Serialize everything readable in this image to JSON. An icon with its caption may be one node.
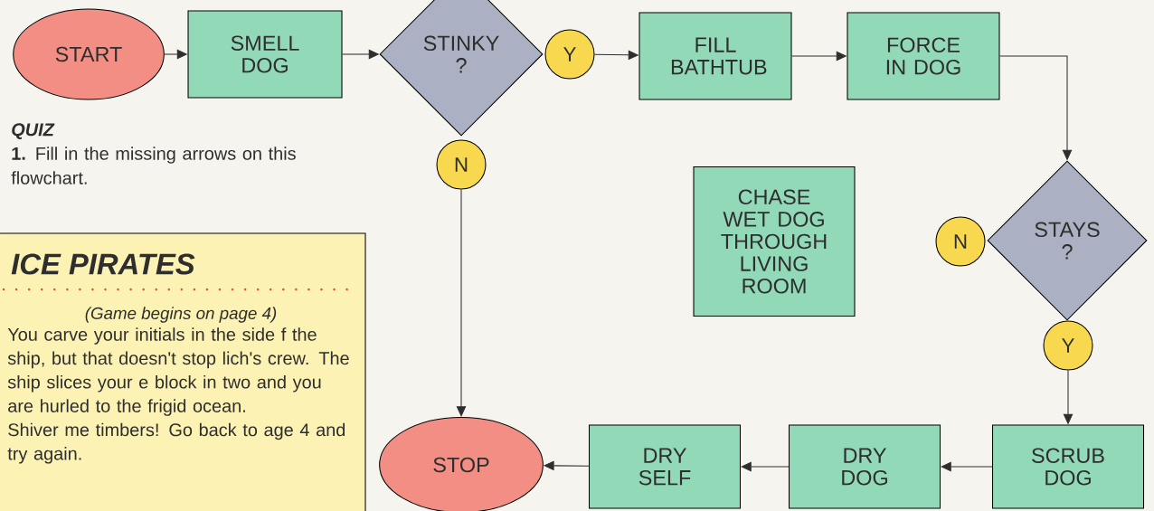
{
  "diagram": {
    "nodes": [
      {
        "text": [
          "START"
        ]
      },
      {
        "text": [
          "SMELL DOG"
        ]
      },
      {
        "text": [
          "STINKY ?"
        ]
      },
      {
        "text": [
          "Y"
        ]
      },
      {
        "text": [
          "N"
        ]
      },
      {
        "text": [
          "FILL BATHTUB"
        ]
      },
      {
        "text": [
          "FORCE IN DOG"
        ]
      },
      {
        "text": [
          "CHASE WET DOG THROUGH LIVING ROOM"
        ]
      },
      {
        "text": [
          "N"
        ]
      },
      {
        "text": [
          "STAYS ?"
        ]
      },
      {
        "text": [
          "Y"
        ]
      },
      {
        "text": [
          "SCRUB DOG"
        ]
      },
      {
        "text": [
          "DRY DOG"
        ]
      },
      {
        "text": [
          "DRY SELF"
        ]
      },
      {
        "text": [
          "STOP"
        ]
      },
      {
        "text": [
          "ICE PIRATES",
          "(Game begins on page 4)",
          "You carve your initials in the side f the ship, but that doesn't stop lich's crew. The ship slices your e block in two and you are hurled to the frigid ocean.",
          "Shiver me timbers! Go back to age 4 and try again."
        ]
      }
    ],
    "edges": [
      {
        "from": 0,
        "to": 1,
        "arrow": "to"
      },
      {
        "from": 1,
        "to": 2,
        "arrow": "to"
      },
      {
        "from": 3,
        "to": 5,
        "arrow": "to"
      },
      {
        "from": 5,
        "to": 6,
        "arrow": "to"
      },
      {
        "from": 6,
        "to": 9,
        "arrow": "to"
      },
      {
        "from": 4,
        "to": 14,
        "arrow": "to"
      },
      {
        "from": 10,
        "to": 11,
        "arrow": "to"
      },
      {
        "from": 11,
        "to": 12,
        "arrow": "to"
      },
      {
        "from": 12,
        "to": 13,
        "arrow": "to"
      },
      {
        "from": 13,
        "to": 14,
        "arrow": "to"
      }
    ],
    "labels": [
      "QUIZ",
      "**1.** Fill in the missing arrows on this flowchart."
    ]
  }
}
